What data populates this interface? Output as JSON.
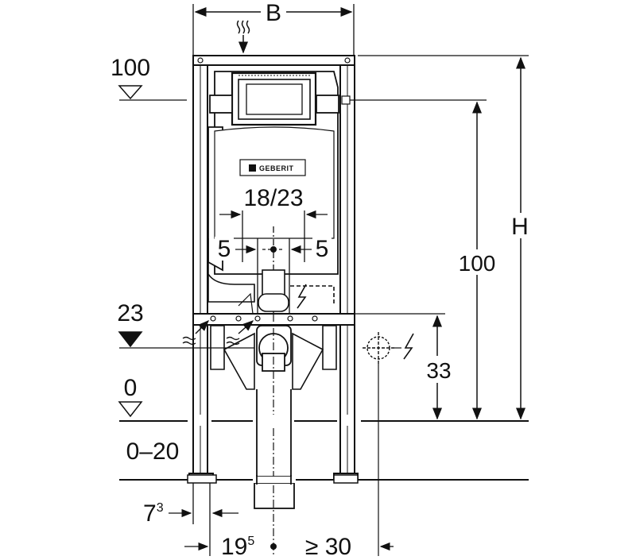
{
  "labels": {
    "width_symbol": "B",
    "height_symbol": "H",
    "level_100_left": "100",
    "level_23": "23",
    "level_0": "0",
    "range_0_20": "0–20",
    "dim_18_23": "18/23",
    "dim_5_left": "5",
    "dim_5_right": "5",
    "dim_100_right": "100",
    "dim_33": "33",
    "dim_7": "7",
    "dim_7_sup": "3",
    "dim_19": "19",
    "dim_19_sup": "5",
    "dim_min_30": "≥ 30"
  },
  "logo": {
    "text": "GEBERIT"
  },
  "colors": {
    "line": "#111111",
    "fill": "#ffffff",
    "fill_light": "#f2f2f2"
  },
  "icons": [
    "water-supply-icon",
    "electrical-icon",
    "level-marker-icon",
    "crosshair-icon"
  ]
}
